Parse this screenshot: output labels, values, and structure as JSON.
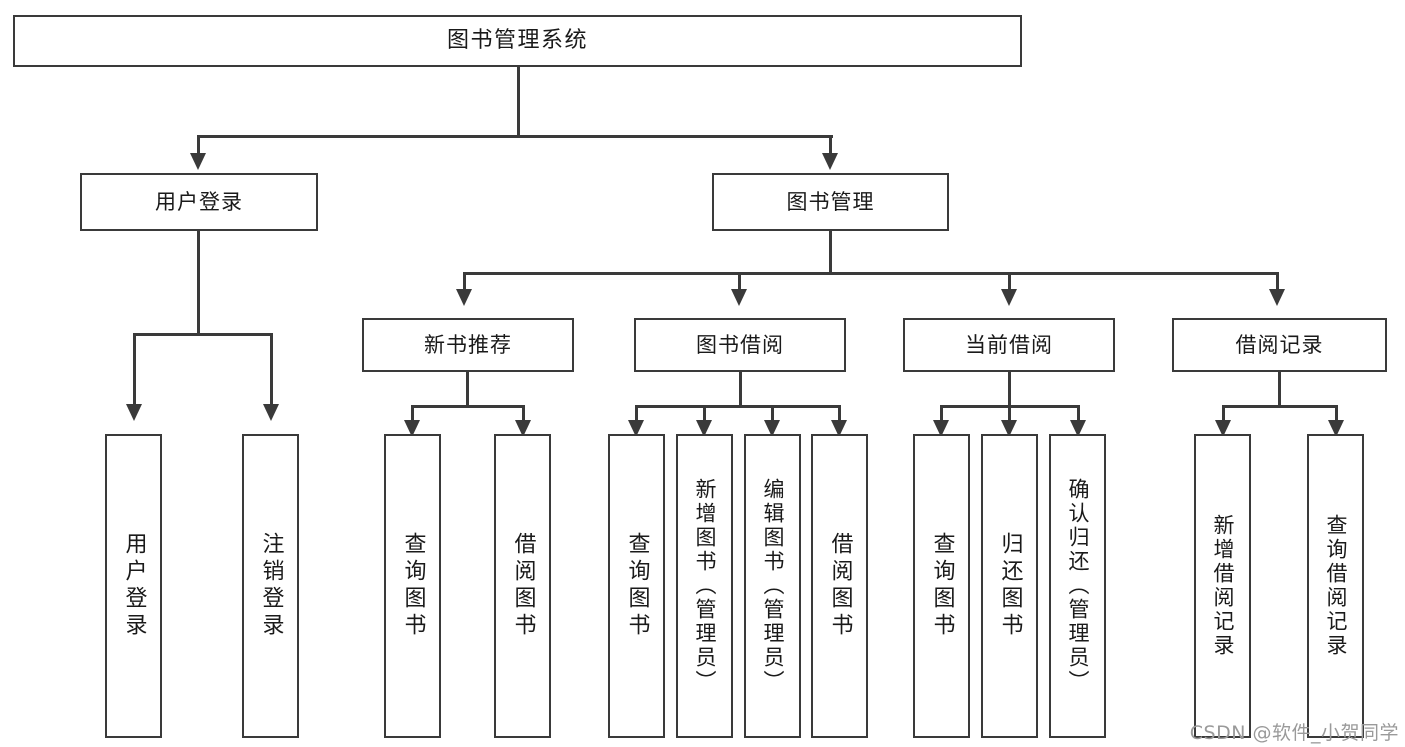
{
  "diagram": {
    "title": "图书管理系统",
    "watermark": "CSDN @软件_小贺同学",
    "accent_color": "#3a3a3a",
    "background_color": "#ffffff"
  },
  "nodes": {
    "root": {
      "label": "图书管理系统"
    },
    "level2": [
      {
        "label": "用户登录"
      },
      {
        "label": "图书管理"
      }
    ],
    "level3": [
      {
        "label": "新书推荐"
      },
      {
        "label": "图书借阅"
      },
      {
        "label": "当前借阅"
      },
      {
        "label": "借阅记录"
      }
    ],
    "leaves": {
      "user_login": [
        {
          "label": "用户登录"
        },
        {
          "label": "注销登录"
        }
      ],
      "new_book": [
        {
          "label": "查询图书"
        },
        {
          "label": "借阅图书"
        }
      ],
      "borrow_book": [
        {
          "label": "查询图书"
        },
        {
          "label": "新增图书（管理员）"
        },
        {
          "label": "编辑图书（管理员）"
        },
        {
          "label": "借阅图书"
        }
      ],
      "current_borrow": [
        {
          "label": "查询图书"
        },
        {
          "label": "归还图书"
        },
        {
          "label": "确认归还（管理员）"
        }
      ],
      "borrow_record": [
        {
          "label": "新增借阅记录"
        },
        {
          "label": "查询借阅记录"
        }
      ]
    }
  }
}
